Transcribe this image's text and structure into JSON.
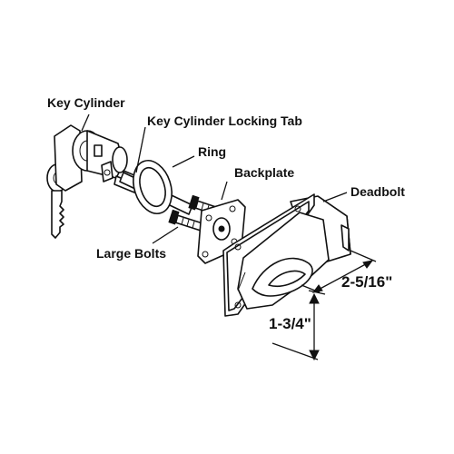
{
  "labels": {
    "key_cylinder": "Key Cylinder",
    "locking_tab": "Key Cylinder Locking Tab",
    "ring": "Ring",
    "backplate": "Backplate",
    "deadbolt": "Deadbolt",
    "large_bolts": "Large Bolts"
  },
  "dimensions": {
    "width": "2-5/16\"",
    "height": "1-3/4\""
  },
  "colors": {
    "line": "#111111",
    "background": "#ffffff"
  }
}
